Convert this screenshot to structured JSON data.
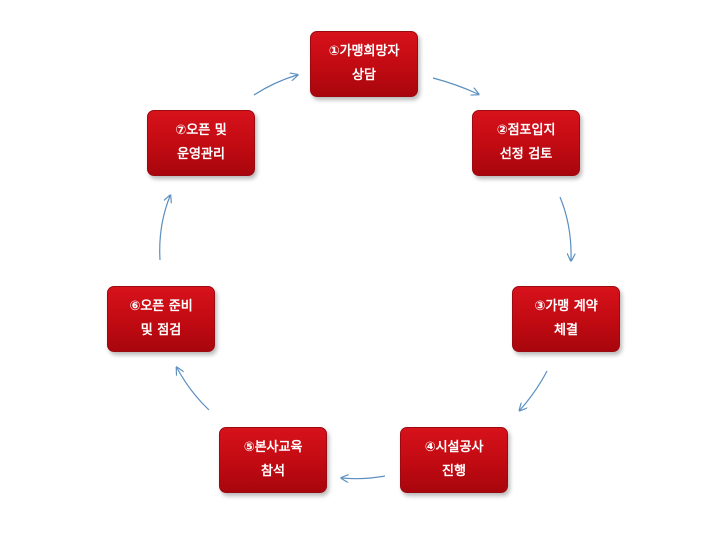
{
  "steps": [
    {
      "number": "①",
      "line1": "①가맹희망자",
      "line2": "상담"
    },
    {
      "number": "②",
      "line1": "②점포입지",
      "line2": "선정 검토"
    },
    {
      "number": "③",
      "line1": "③가맹 계약",
      "line2": "체결"
    },
    {
      "number": "④",
      "line1": "④시설공사",
      "line2": "진행"
    },
    {
      "number": "⑤",
      "line1": "⑤본사교육",
      "line2": "참석"
    },
    {
      "number": "⑥",
      "line1": "⑥오픈 준비",
      "line2": "및 점검"
    },
    {
      "number": "⑦",
      "line1": "⑦오픈 및",
      "line2": "운영관리"
    }
  ],
  "colors": {
    "box_fill": "#c10a12",
    "box_text": "#ffffff",
    "arrow": "#5b8fc0",
    "background": "#ffffff"
  },
  "flow": "cycle-clockwise"
}
